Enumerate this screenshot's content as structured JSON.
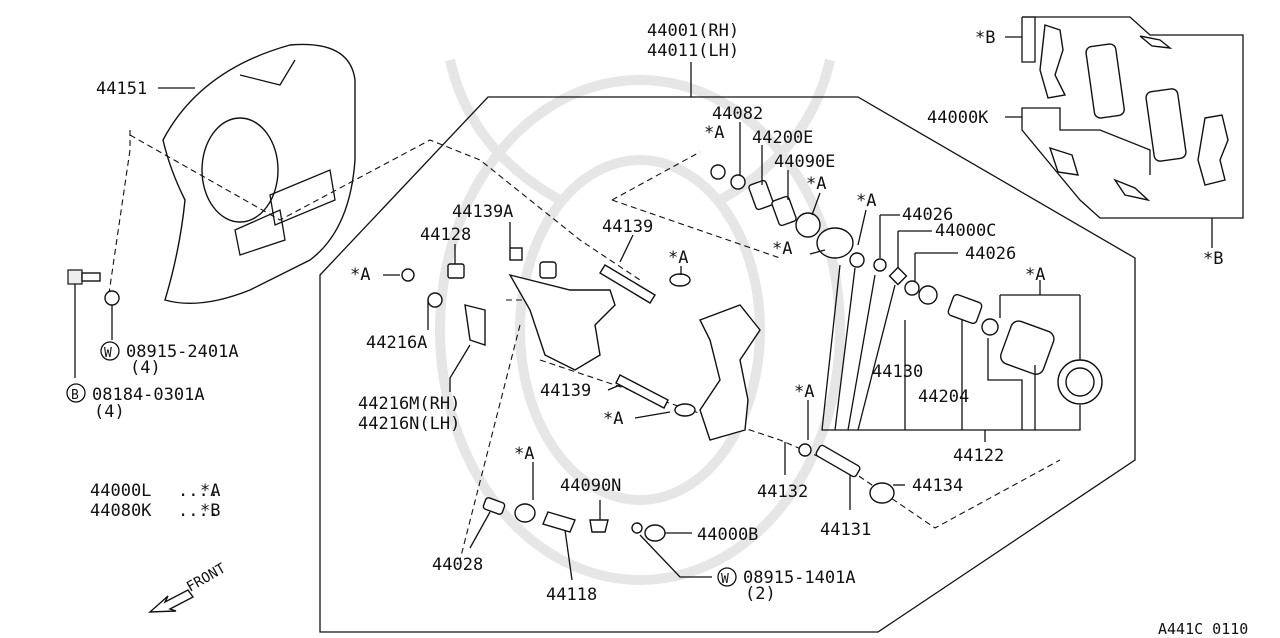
{
  "labels": {
    "main_assembly_rh": "44001(RH)",
    "main_assembly_lh": "44011(LH)",
    "baffle_plate": "44151",
    "bolt_set": "44082",
    "p44200E": "44200E",
    "p44090E": "44090E",
    "p44026_top": "44026",
    "p44000C": "44000C",
    "p44026_bottom": "44026",
    "p44139A": "44139A",
    "p44128": "44128",
    "p44139_top": "44139",
    "p44139_bottom": "44139",
    "p44216A": "44216A",
    "p44216M": "44216M(RH)",
    "p44216N": "44216N(LH)",
    "p44130": "44130",
    "p44204": "44204",
    "p44122": "44122",
    "p44132": "44132",
    "p44131": "44131",
    "p44134": "44134",
    "p44090N": "44090N",
    "p44000B": "44000B",
    "p44028": "44028",
    "p44118": "44118",
    "p44000K": "44000K",
    "washer_1_part": "08915-2401A",
    "washer_1_qty": "(4)",
    "bolt_b_part": "08184-0301A",
    "bolt_b_qty": "(4)",
    "washer_2_part": "08915-1401A",
    "washer_2_qty": "(2)",
    "kit_a_part": "44000L",
    "kit_a_sep": "....",
    "kit_a_symbol": "*A",
    "kit_b_part": "44080K",
    "kit_b_sep": "....",
    "kit_b_symbol": "*B",
    "marker_a": "*A",
    "marker_b": "*B",
    "circle_w": "W",
    "circle_b": "B",
    "front": "FRONT",
    "diagram_code": "A441C 0110"
  }
}
